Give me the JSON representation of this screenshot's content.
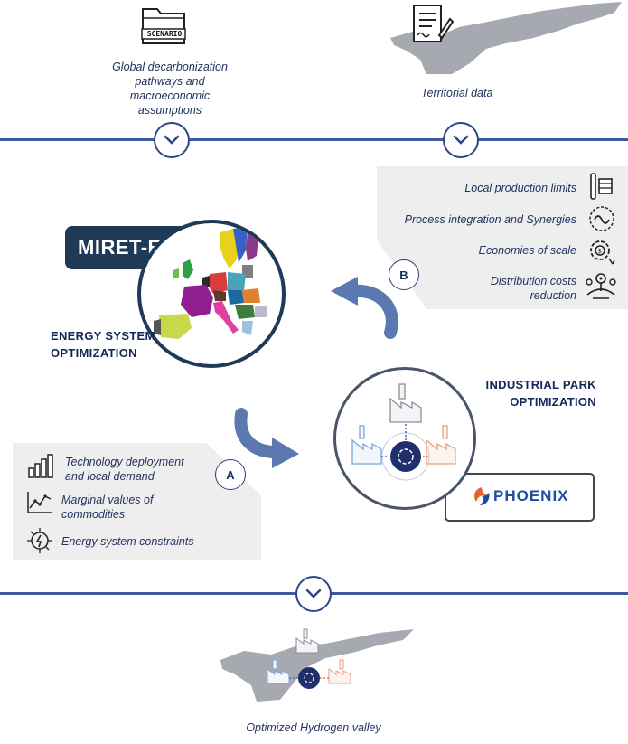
{
  "top": {
    "scenario_icon_text": "SCENARIO",
    "scenario_caption": "Global decarbonization pathways and macroeconomic assumptions",
    "territorial_caption": "Territorial data"
  },
  "miret": {
    "badge": "MIRET-EU",
    "title": "ENERGY SYSTEM OPTIMIZATION"
  },
  "panel_b": {
    "letter": "B",
    "items": [
      {
        "label": "Local production limits",
        "icon": "production-limits-icon"
      },
      {
        "label": "Process integration and Synergies",
        "icon": "synergy-loop-icon"
      },
      {
        "label": "Economies of scale",
        "icon": "gear-coin-icon"
      },
      {
        "label": "Distribution costs reduction",
        "icon": "distribution-network-icon"
      }
    ]
  },
  "panel_a": {
    "letter": "A",
    "items": [
      {
        "label": "Technology deployment and local demand",
        "icon": "bar-chart-icon"
      },
      {
        "label": "Marginal values of commodities",
        "icon": "line-chart-icon"
      },
      {
        "label": "Energy system constraints",
        "icon": "lightning-network-icon"
      }
    ]
  },
  "phoenix": {
    "title": "INDUSTRIAL PARK OPTIMIZATION",
    "logo_text": "PHOENIX"
  },
  "bottom": {
    "caption": "Optimized Hydrogen valley"
  },
  "colors": {
    "navy": "#1f3a6b",
    "arrow": "#5b78b0",
    "line": "#3d5a9e",
    "panel": "#eeeeee",
    "map_gray": "#a6a9b0"
  }
}
